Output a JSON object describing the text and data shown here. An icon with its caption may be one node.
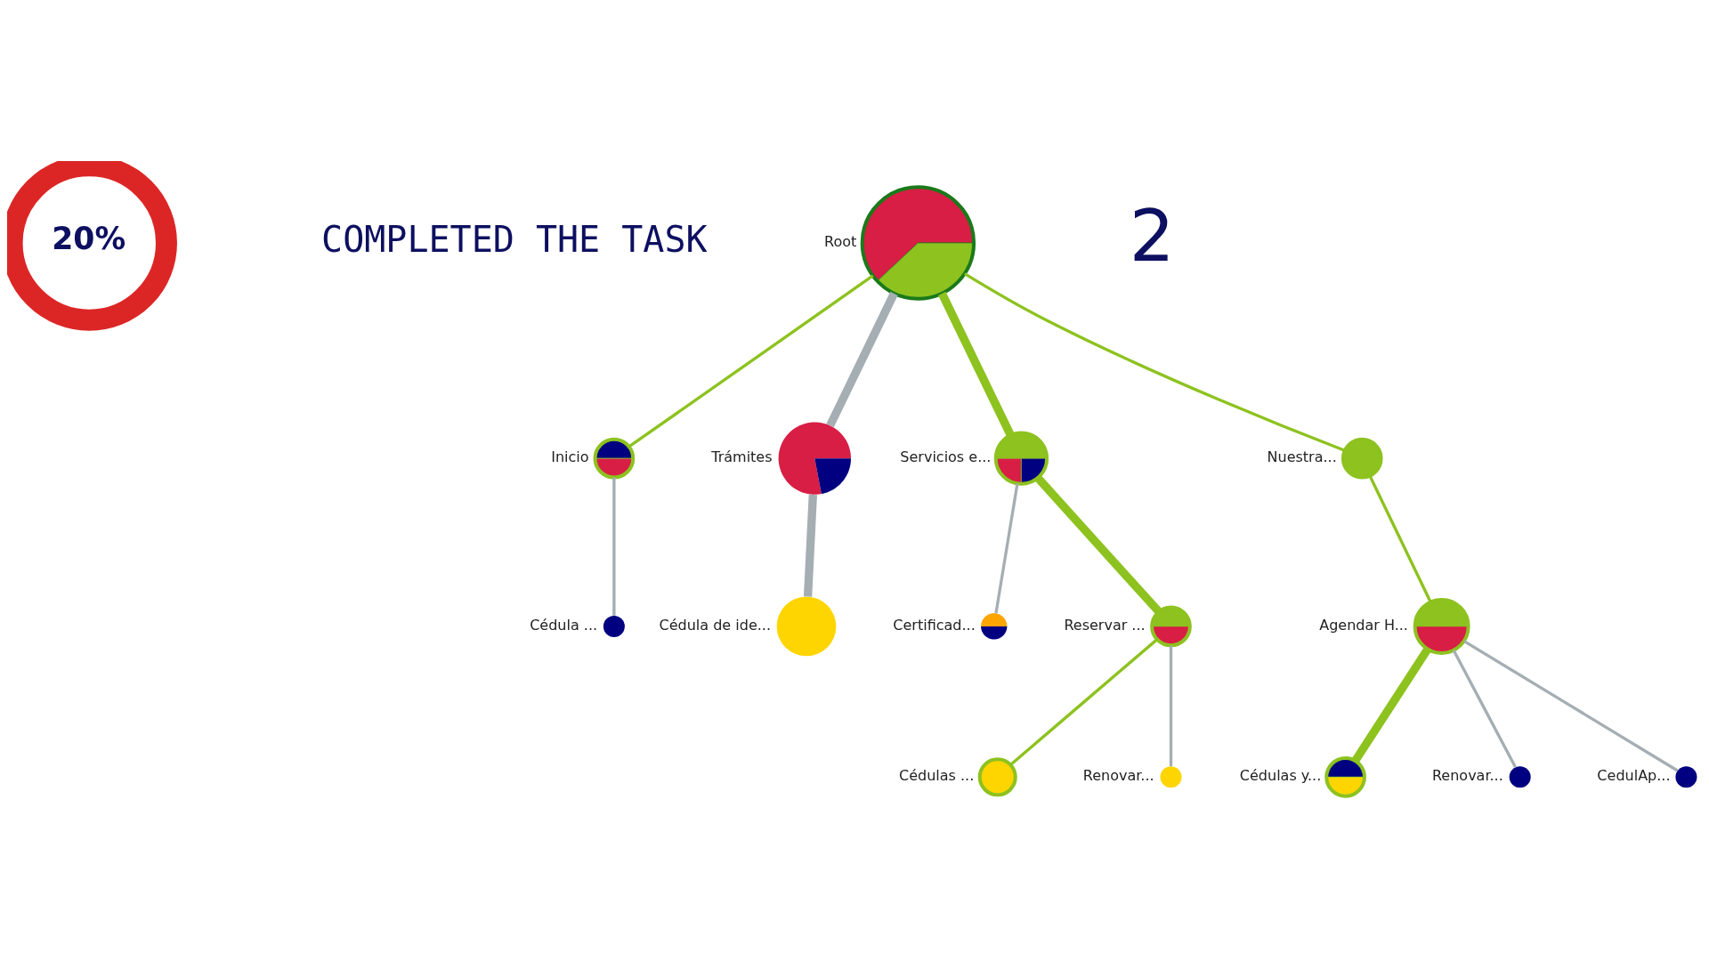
{
  "diagram": {
    "nodes": [
      {
        "text": [
          "20%"
        ]
      },
      {
        "text": [
          "Root"
        ]
      },
      {
        "text": [
          "Inicio"
        ]
      },
      {
        "text": [
          "Trámites"
        ]
      },
      {
        "text": [
          "Servicios e..."
        ]
      },
      {
        "text": [
          "Nuestra..."
        ]
      },
      {
        "text": [
          "Cédula ..."
        ]
      },
      {
        "text": [
          "Cédula de ide..."
        ]
      },
      {
        "text": [
          "Certificad..."
        ]
      },
      {
        "text": [
          "Reservar ..."
        ]
      },
      {
        "text": [
          "Agendar H..."
        ]
      },
      {
        "text": [
          "Cédulas ..."
        ]
      },
      {
        "text": [
          "Renovar..."
        ]
      },
      {
        "text": [
          "Cédulas y..."
        ]
      },
      {
        "text": [
          "Renovar..."
        ]
      },
      {
        "text": [
          "CedulAp..."
        ]
      }
    ],
    "edges": [
      {
        "from": 1,
        "to": 2,
        "arrow": "none"
      },
      {
        "from": 1,
        "to": 3,
        "arrow": "none",
        "style": "thick",
        "color": "#a5aeb3"
      },
      {
        "from": 1,
        "to": 4,
        "arrow": "none",
        "style": "thick"
      },
      {
        "from": 1,
        "to": 5,
        "arrow": "none"
      },
      {
        "from": 2,
        "to": 6,
        "arrow": "none",
        "color": "#a5aeb3"
      },
      {
        "from": 3,
        "to": 7,
        "arrow": "none",
        "style": "thick",
        "color": "#a5aeb3"
      },
      {
        "from": 4,
        "to": 8,
        "arrow": "none",
        "color": "#a5aeb3"
      },
      {
        "from": 4,
        "to": 9,
        "arrow": "none",
        "style": "thick"
      },
      {
        "from": 5,
        "to": 10,
        "arrow": "none"
      },
      {
        "from": 9,
        "to": 11,
        "arrow": "none"
      },
      {
        "from": 9,
        "to": 12,
        "arrow": "none",
        "color": "#a5aeb3"
      },
      {
        "from": 10,
        "to": 13,
        "arrow": "none",
        "style": "thick"
      },
      {
        "from": 10,
        "to": 14,
        "arrow": "none",
        "color": "#a5aeb3"
      },
      {
        "from": 10,
        "to": 15,
        "arrow": "none",
        "color": "#a5aeb3"
      }
    ],
    "labels": [
      "COMPLETED THE TASK",
      "2"
    ]
  }
}
